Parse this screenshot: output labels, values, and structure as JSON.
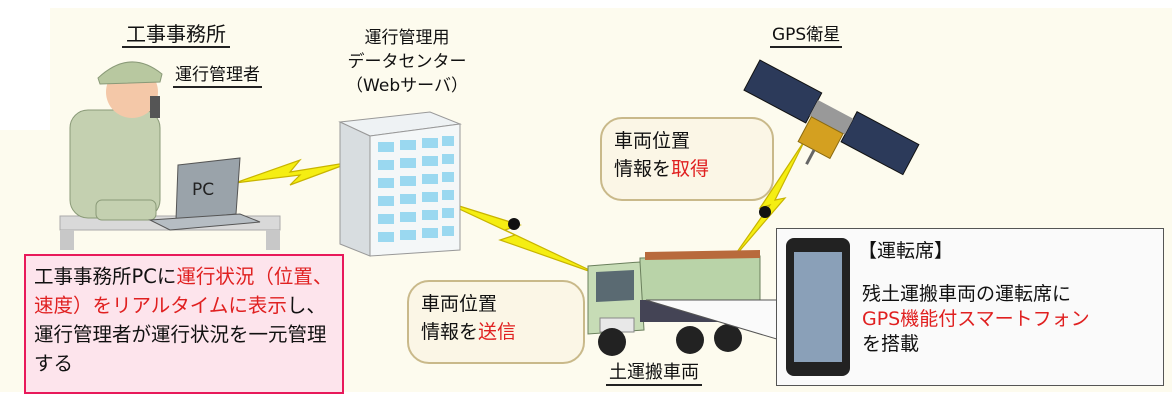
{
  "labels": {
    "office": "工事事務所",
    "manager": "運行管理者",
    "datacenter_lines": [
      "運行管理用",
      "データセンター",
      "（Webサーバ）"
    ],
    "gps_satellite": "GPS衛星",
    "truck": "土運搬車両",
    "pc": "PC"
  },
  "bubble_acquire": {
    "line1": "車両位置",
    "line2_prefix": "情報を",
    "line2_emph": "取得"
  },
  "bubble_send": {
    "line1": "車両位置",
    "line2_prefix": "情報を",
    "line2_emph": "送信"
  },
  "office_note": {
    "seg1": "工事事務所PCに",
    "seg2_red": "運行状況（位置、速度）をリアルタイムに表示",
    "seg3": "し、運行管理者が運行状況を一元管理する"
  },
  "callout": {
    "title": "【運転席】",
    "body_prefix": "残土運搬車両の運転席に",
    "body_red": "GPS機能付スマートフォン",
    "body_suffix": "を搭載"
  },
  "colors": {
    "accent_red": "#e02020",
    "note_border": "#e8195a",
    "note_bg": "#fde4ec",
    "lightning": "#f5ee12"
  }
}
